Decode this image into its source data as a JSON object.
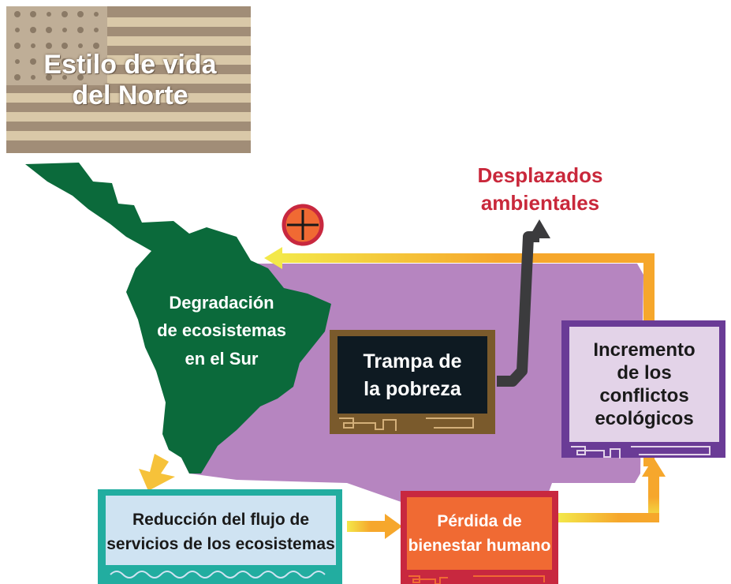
{
  "north_flag": {
    "label_line1": "Estilo de vida",
    "label_line2": "del Norte",
    "icon": "flag-icon"
  },
  "south_label": {
    "line1": "Degradación",
    "line2": "de ecosistemas",
    "line3": "en el Sur"
  },
  "poverty_trap": {
    "line1": "Trampa de",
    "line2": "la pobreza"
  },
  "conflicts": {
    "line1": "Incremento",
    "line2": "de los",
    "line3": "conflictos",
    "line4": "ecológicos"
  },
  "ecosystem_services": {
    "line1": "Reducción del flujo de",
    "line2": "servicios de los ecosistemas"
  },
  "wellbeing": {
    "line1": "Pérdida de",
    "line2": "bienestar humano"
  },
  "displaced": {
    "line1": "Desplazados",
    "line2": "ambientales"
  },
  "colors": {
    "purple_region": "#b685c0",
    "south_america": "#0b6a3b",
    "arrow_loop": "#f6a72c",
    "arrow_highlight": "#f3e84a",
    "displaced_text": "#c9283b",
    "services_border": "#22ada0",
    "services_fill": "#cfe3f2",
    "wellbeing_fill": "#f06a33",
    "wellbeing_border": "#c8283f",
    "conflicts_border": "#6a3b96",
    "conflicts_fill": "#e3d3e8",
    "trap_border": "#7a5a2c",
    "trap_fill": "#0e1a22",
    "flag_light": "#d9c8a8",
    "flag_dark": "#a18d77"
  }
}
